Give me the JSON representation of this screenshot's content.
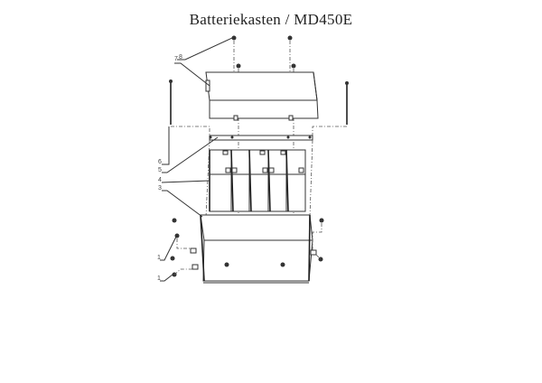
{
  "title": "Batteriekasten / MD450E",
  "callouts": [
    {
      "id": "8",
      "label": "8"
    },
    {
      "id": "7",
      "label": "7"
    },
    {
      "id": "6",
      "label": "6"
    },
    {
      "id": "5",
      "label": "5"
    },
    {
      "id": "4",
      "label": "4"
    },
    {
      "id": "3",
      "label": "3"
    },
    {
      "id": "2",
      "label": "1"
    },
    {
      "id": "1",
      "label": "1"
    }
  ],
  "parts": {
    "cover": "battery-box-cover",
    "frame": "retaining-bar",
    "batteries": 5,
    "tray": "battery-tray",
    "long_bolts": 2,
    "cover_bolts": 4
  },
  "colors": {
    "line": "#333333",
    "background": "#ffffff"
  }
}
